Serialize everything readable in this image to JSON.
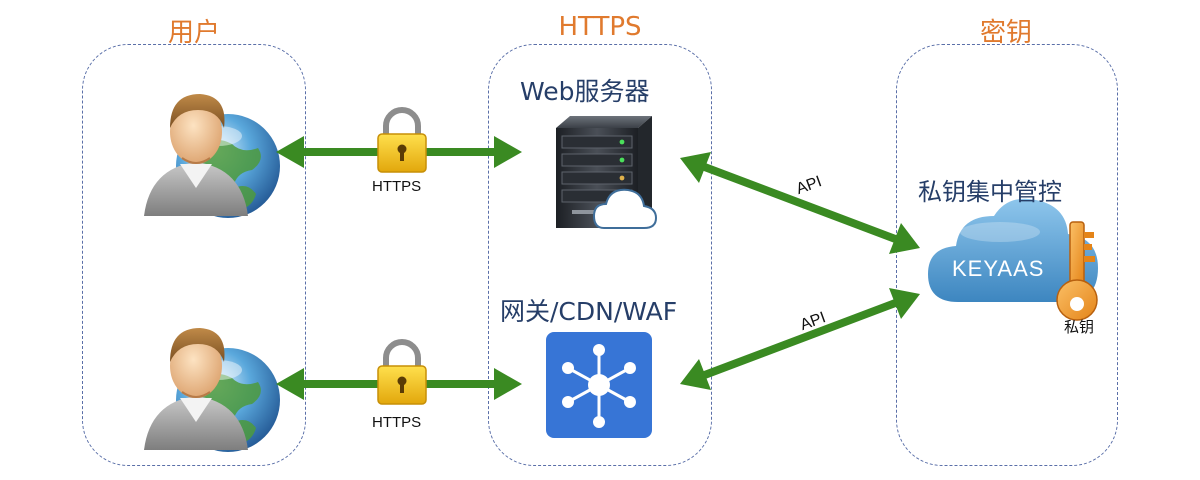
{
  "sections": {
    "user": "用户",
    "https": "HTTPS",
    "key": "密钥"
  },
  "nodes": {
    "web_server": "Web服务器",
    "gateway": "网关/CDN/WAF",
    "key_mgmt": "私钥集中管控",
    "keyaas": "KEYAAS",
    "private_key": "私钥"
  },
  "links": {
    "https_top": "HTTPS",
    "https_bottom": "HTTPS",
    "api_top": "API",
    "api_bottom": "API"
  },
  "colors": {
    "section_title": "#e07a2e",
    "arrow": "#3a8a22",
    "zone_border": "#5a6fa8",
    "node_label": "#263e68",
    "cloud": "#5b9fd1",
    "gateway_bg": "#3775d6",
    "key": "#f19a2b",
    "lock": "#f3c21a"
  },
  "icons": {
    "user": "user-globe-icon",
    "lock": "padlock-icon",
    "server": "server-cloud-icon",
    "gateway": "hub-network-icon",
    "cloud": "cloud-icon",
    "key": "key-icon"
  }
}
